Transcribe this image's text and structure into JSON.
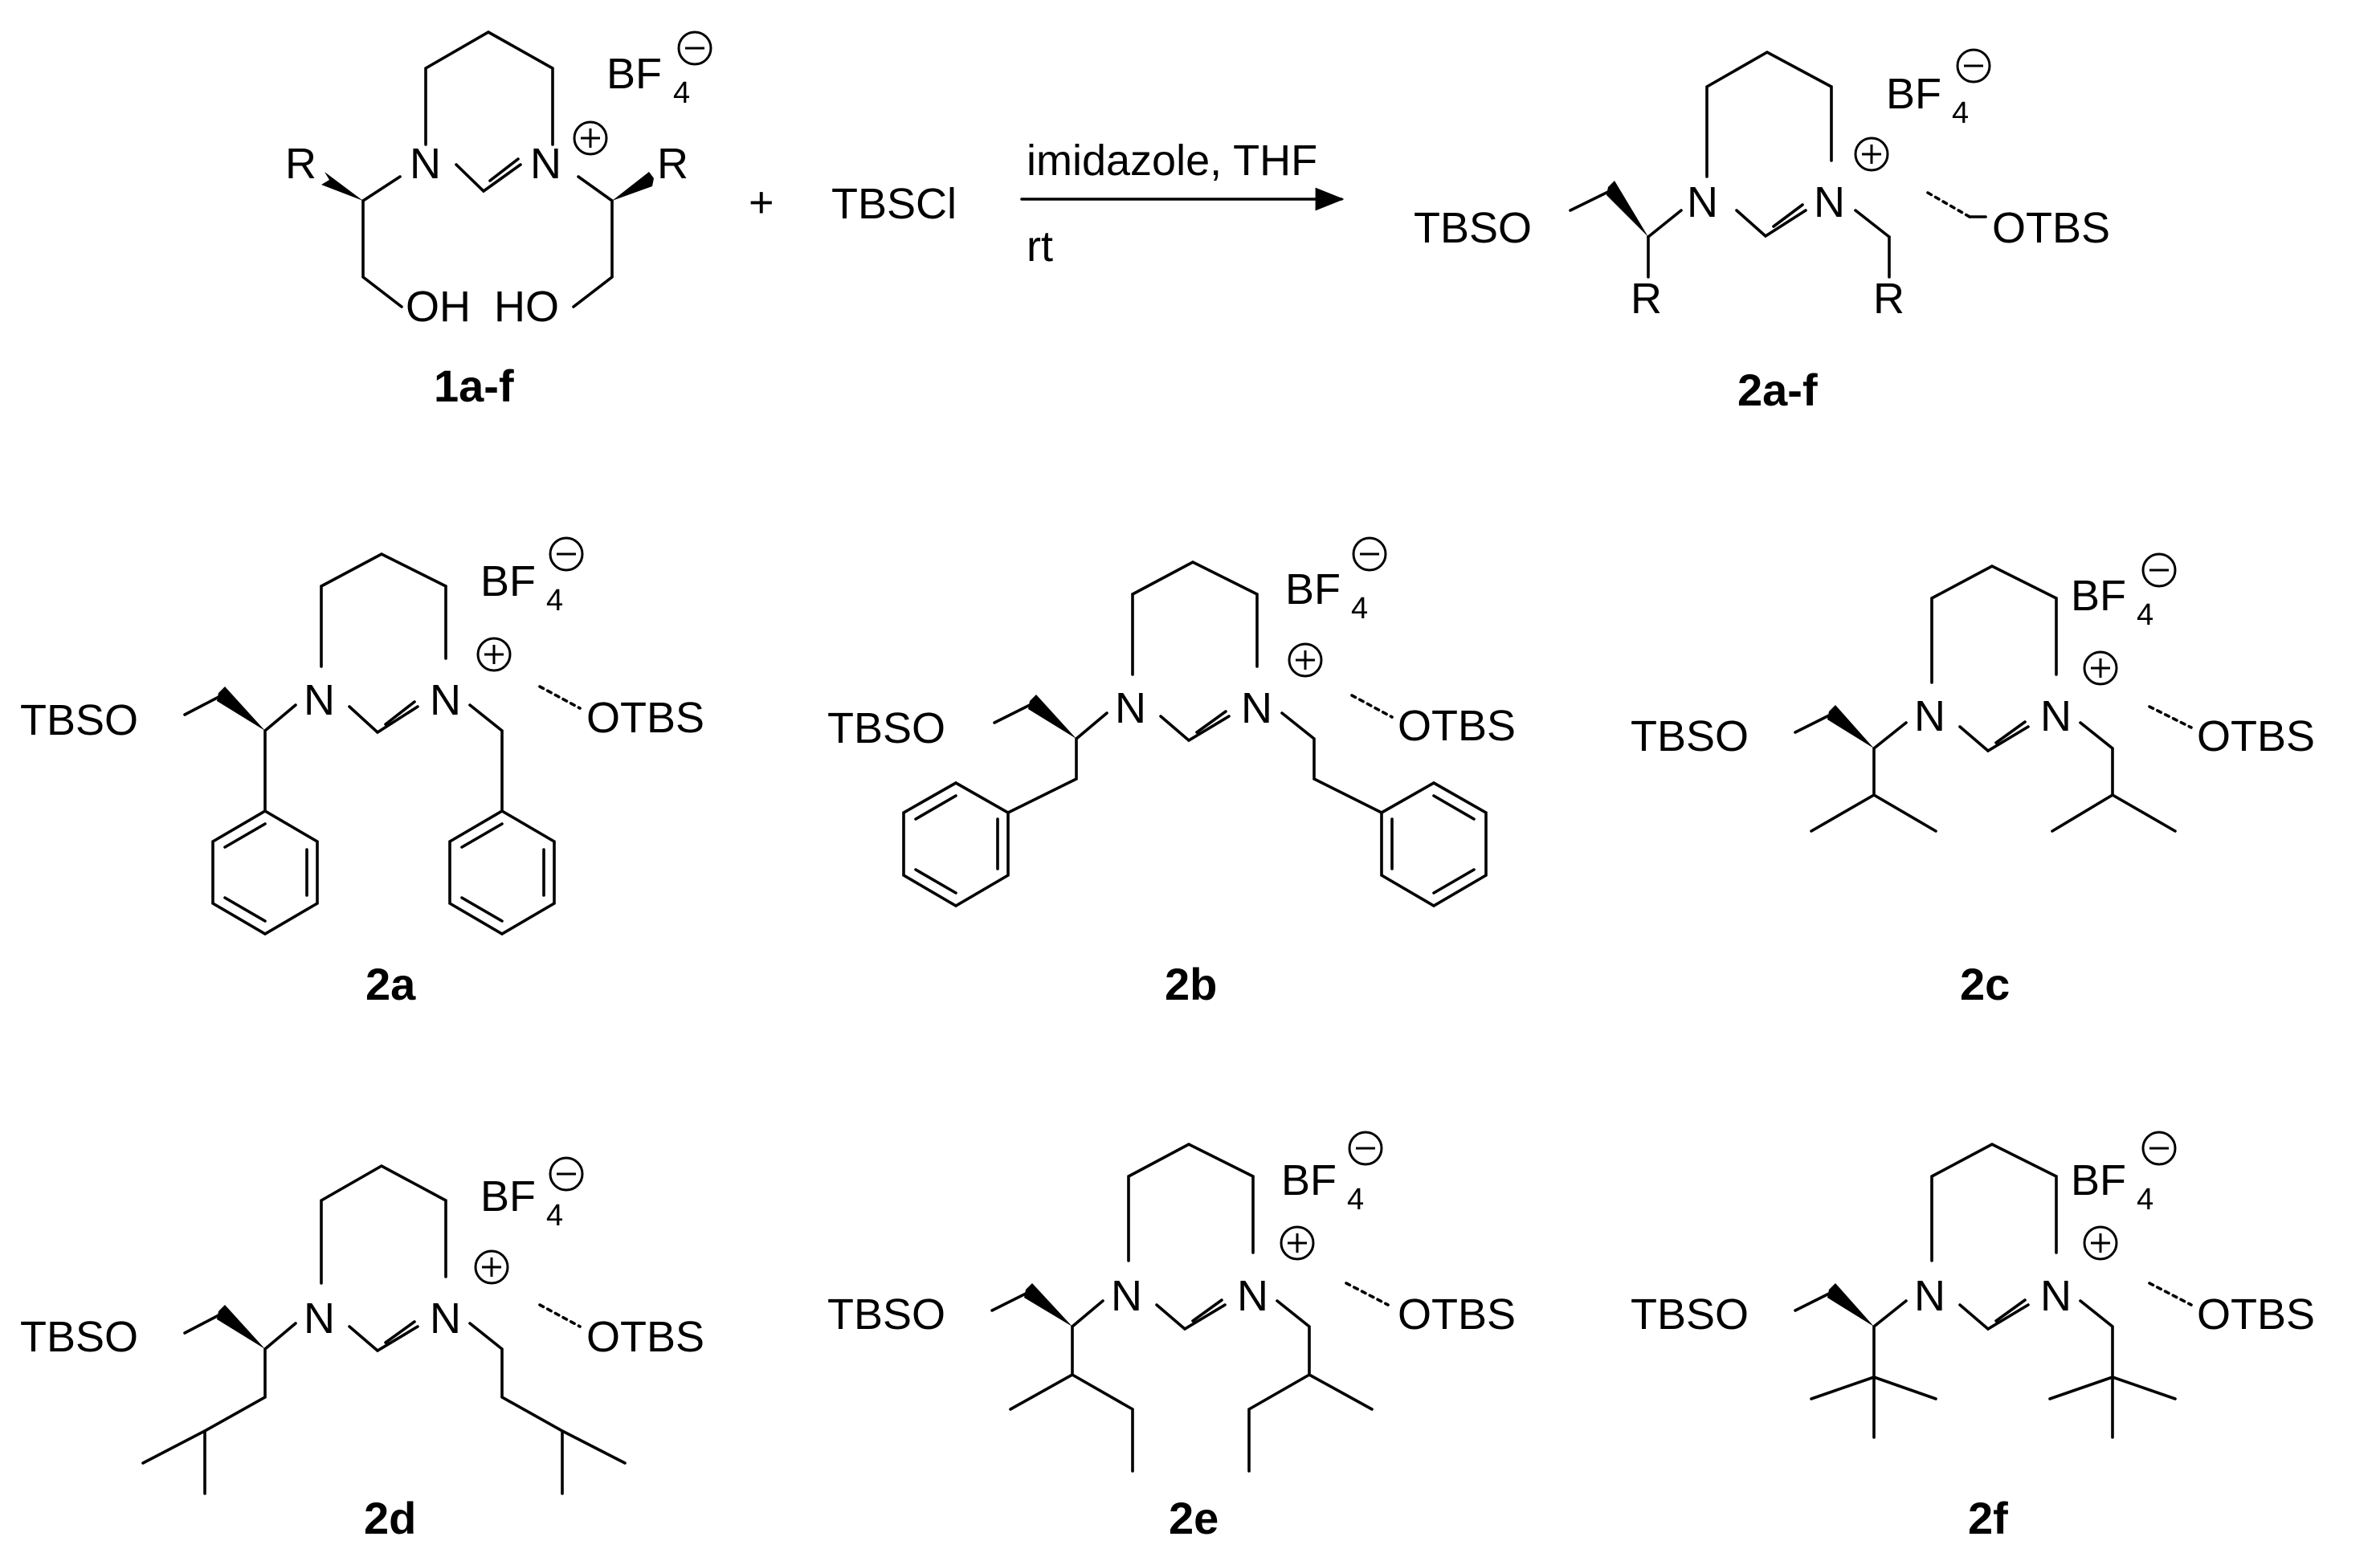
{
  "reaction": {
    "reactant_label": "1a-f",
    "product_label": "2a-f",
    "plus": "+",
    "reagent": "TBSCl",
    "conditions_above": "imidazole, THF",
    "conditions_below": "rt"
  },
  "atoms": {
    "N": "N",
    "R": "R",
    "OH": "OH",
    "HO": "HO",
    "OTBS": "OTBS",
    "TBSO": "TBSO",
    "BF": "BF",
    "four": "4"
  },
  "compounds": [
    {
      "label": "2a",
      "substituent": "phenyl"
    },
    {
      "label": "2b",
      "substituent": "benzyl"
    },
    {
      "label": "2c",
      "substituent": "isopropyl"
    },
    {
      "label": "2d",
      "substituent": "isobutyl"
    },
    {
      "label": "2e",
      "substituent": "sec-butyl"
    },
    {
      "label": "2f",
      "substituent": "tert-butyl"
    }
  ]
}
